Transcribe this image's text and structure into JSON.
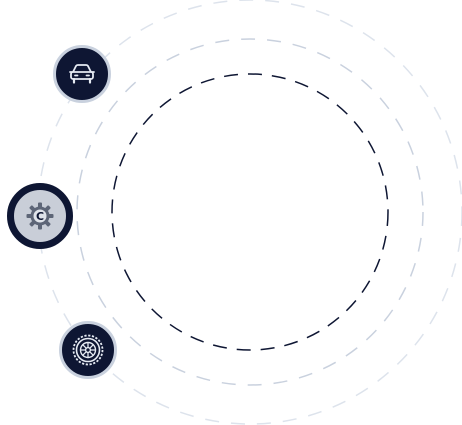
{
  "colors": {
    "navy": "#0e1633",
    "ring_light": "#c9d1de",
    "ring_dark": "#0e1633",
    "gear_fill": "#c9ced8",
    "icon_light": "#e6ebf3",
    "gear_icon": "#5d6577"
  },
  "rings": [
    {
      "name": "outer-ring",
      "style": "dashed",
      "color": "#dde3ec"
    },
    {
      "name": "middle-ring",
      "style": "dashed",
      "color": "#c9d1de"
    },
    {
      "name": "inner-ring",
      "style": "dashed",
      "color": "#0e1633"
    }
  ],
  "nodes": [
    {
      "id": "car",
      "icon": "car-icon",
      "active": false
    },
    {
      "id": "gear",
      "icon": "gear-icon",
      "active": true,
      "letter": "C"
    },
    {
      "id": "tire",
      "icon": "tire-icon",
      "active": false
    }
  ]
}
